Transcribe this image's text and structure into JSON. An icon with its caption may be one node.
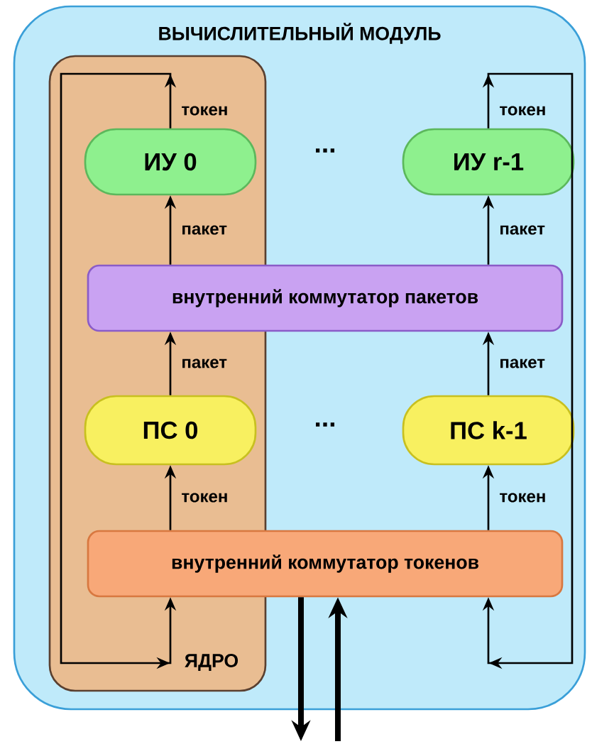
{
  "diagram": {
    "nodes": [
      {
        "text": [
          "ВЫЧИСЛИТЕЛЬНЫЙ МОДУЛЬ"
        ]
      },
      {
        "text": [
          "ЯДРО"
        ],
        "in": 0
      },
      {
        "text": [
          "ИУ 0"
        ],
        "in": 1
      },
      {
        "text": [
          "ИУ r-1"
        ],
        "in": 0
      },
      {
        "text": [
          "внутренний коммутатор пакетов"
        ],
        "in": 0
      },
      {
        "text": [
          "ПС 0"
        ],
        "in": 1
      },
      {
        "text": [
          "ПС k-1"
        ],
        "in": 0
      },
      {
        "text": [
          "внутренний коммутатор токенов"
        ],
        "in": 0
      }
    ],
    "edges": [
      {
        "from": 2,
        "to": 7,
        "arrow": "to",
        "label": "токен"
      },
      {
        "from": 3,
        "to": 7,
        "arrow": "to",
        "label": "токен"
      },
      {
        "from": 4,
        "to": 2,
        "arrow": "to",
        "label": "пакет"
      },
      {
        "from": 4,
        "to": 3,
        "arrow": "to",
        "label": "пакет"
      },
      {
        "from": 5,
        "to": 4,
        "arrow": "to",
        "label": "пакет"
      },
      {
        "from": 6,
        "to": 4,
        "arrow": "to",
        "label": "пакет"
      },
      {
        "from": 7,
        "to": 5,
        "arrow": "to",
        "label": "токен"
      },
      {
        "from": 7,
        "to": 6,
        "arrow": "to",
        "label": "токен"
      },
      {
        "from": 7,
        "to": null,
        "arrow": "to",
        "style": "thick"
      },
      {
        "from": null,
        "to": 7,
        "arrow": "to",
        "style": "thick"
      }
    ],
    "labels": [
      "...",
      "..."
    ]
  }
}
